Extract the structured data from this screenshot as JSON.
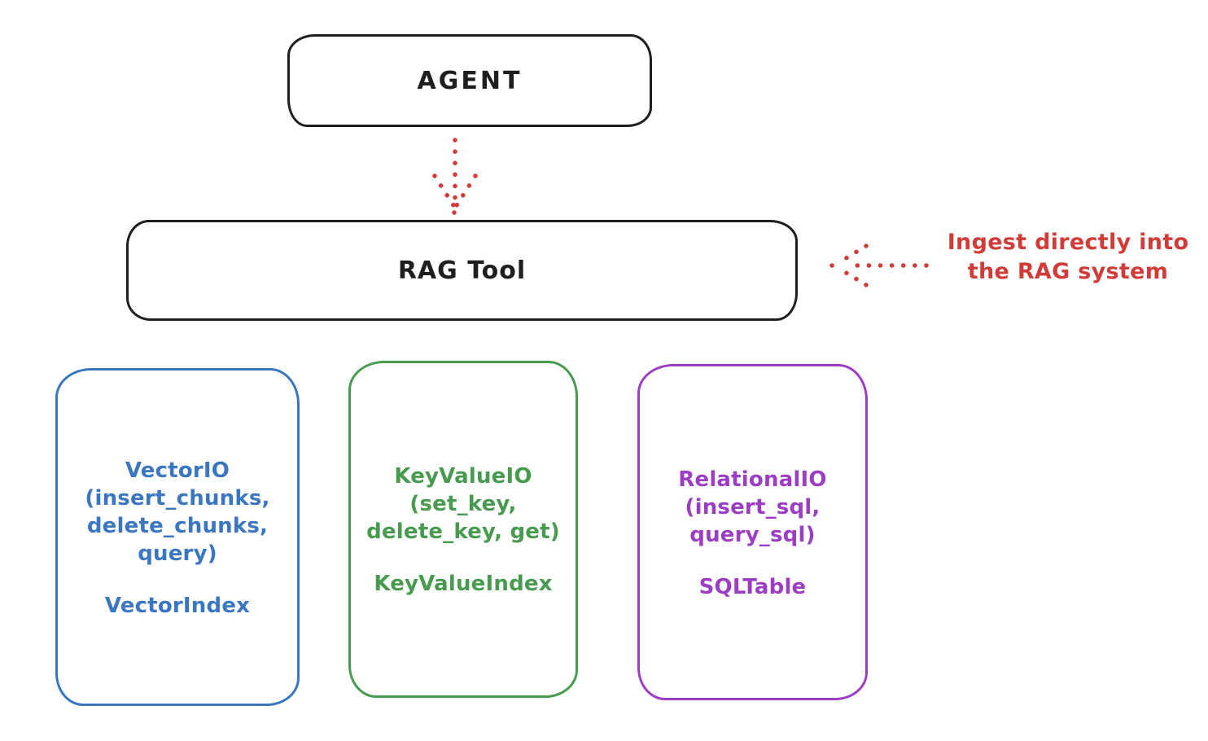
{
  "nodes": {
    "agent": {
      "label": "AGENT"
    },
    "rag_tool": {
      "label": "RAG Tool"
    }
  },
  "annotation": {
    "text": "Ingest directly into\nthe RAG system",
    "color": "#d13c38"
  },
  "backends": [
    {
      "name": "vector-io",
      "title": "VectorIO\n(insert_chunks,\ndelete_chunks,\nquery)",
      "index_label": "VectorIndex",
      "color": "#3b76c1"
    },
    {
      "name": "keyvalue-io",
      "title": "KeyValueIO\n(set_key,\ndelete_key, get)",
      "index_label": "KeyValueIndex",
      "color": "#479a4e"
    },
    {
      "name": "relational-io",
      "title": "RelationalIO\n(insert_sql,\nquery_sql)",
      "index_label": "SQLTable",
      "color": "#9b3ec3"
    }
  ],
  "colors": {
    "outline": "#1e1e1e",
    "arrow_red": "#d13c38",
    "background": "#ffffff"
  }
}
